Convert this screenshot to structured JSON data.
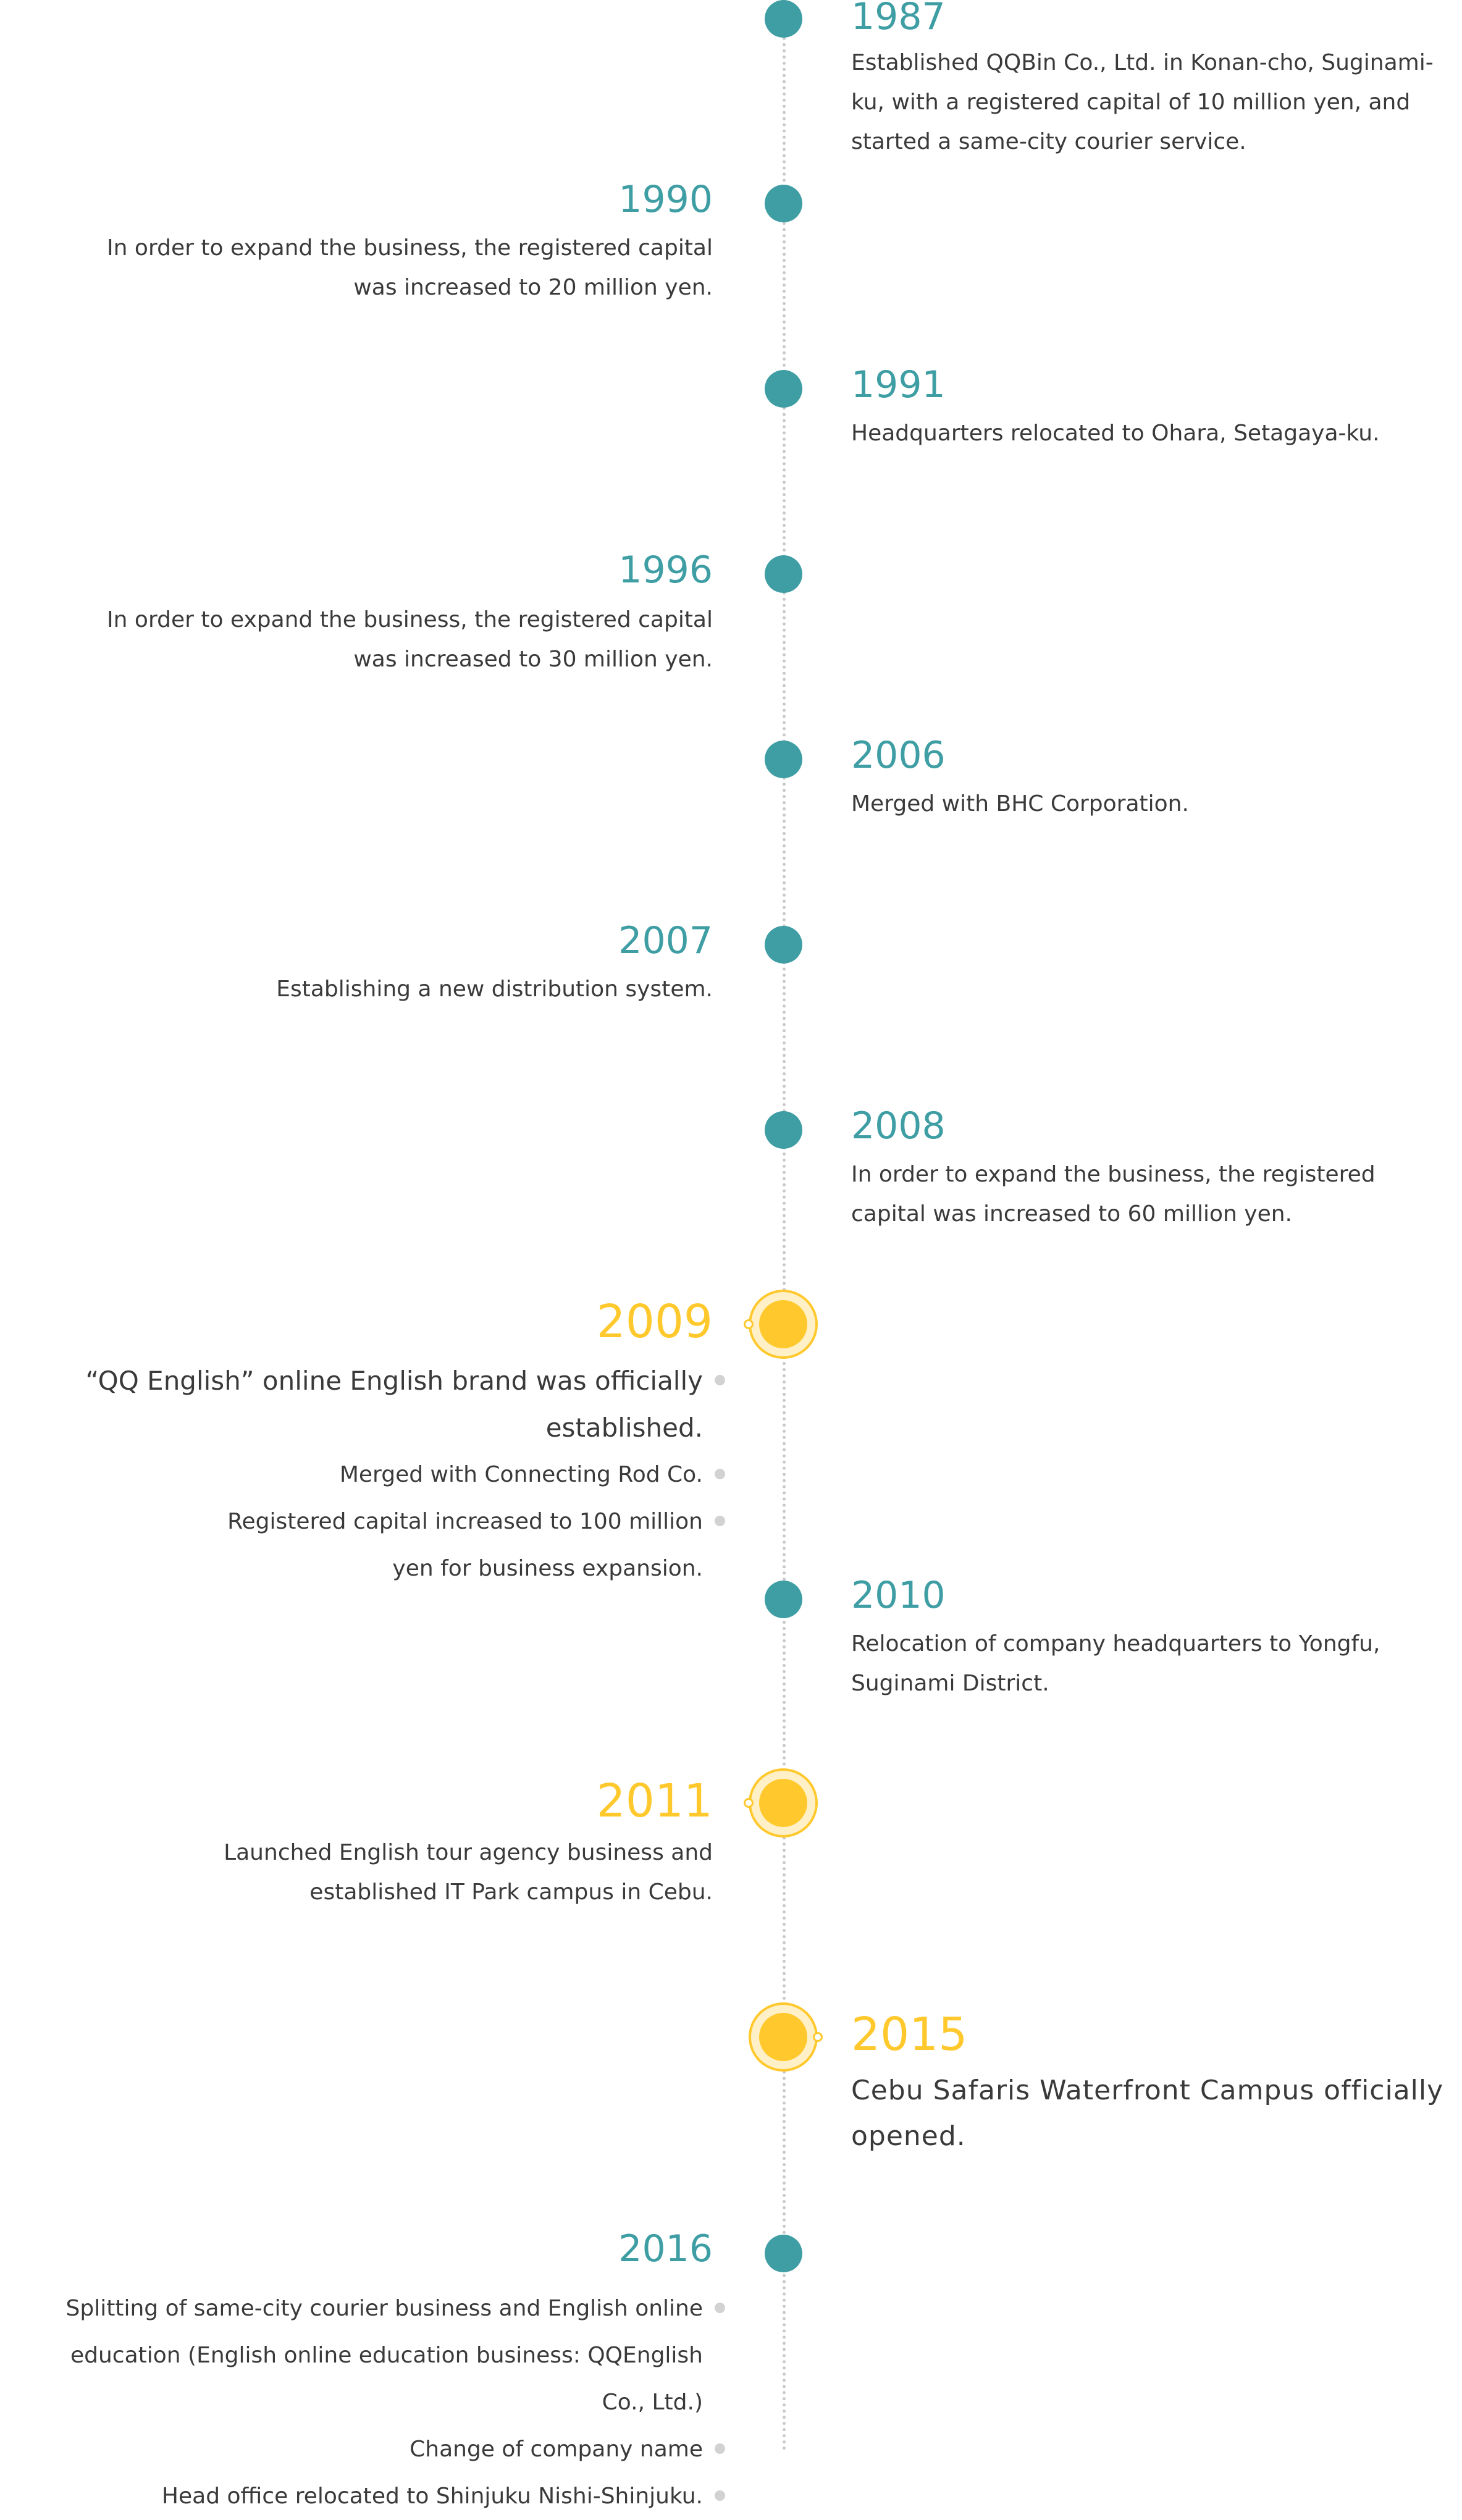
{
  "timeline": {
    "y1987": {
      "year": "1987",
      "text": "Established QQBin Co., Ltd. in Konan-cho, Suginami-ku, with a registered capital of 10 million yen, and started a same-city courier service."
    },
    "y1990": {
      "year": "1990",
      "text": "In order to expand the business, the registered capital was increased to 20 million yen."
    },
    "y1991": {
      "year": "1991",
      "text": "Headquarters relocated to Ohara, Setagaya-ku."
    },
    "y1996": {
      "year": "1996",
      "text": "In order to expand the business, the registered capital was increased to 30 million yen."
    },
    "y2006": {
      "year": "2006",
      "text": "Merged with BHC Corporation."
    },
    "y2007": {
      "year": "2007",
      "text": "Establishing a new distribution system."
    },
    "y2008": {
      "year": "2008",
      "text": "In order to expand the business, the registered capital was increased to 60 million yen."
    },
    "y2009": {
      "year": "2009",
      "items": [
        "“QQ English” online English brand was officially established.",
        "Merged with Connecting Rod Co.",
        "Registered capital increased to 100 million yen for business expansion."
      ]
    },
    "y2010": {
      "year": "2010",
      "text": "Relocation of company headquarters to Yongfu, Suginami District."
    },
    "y2011": {
      "year": "2011",
      "text": "Launched English tour agency business and established IT Park campus in Cebu."
    },
    "y2015": {
      "year": "2015",
      "text": "Cebu Safaris Waterfront Campus officially opened."
    },
    "y2016": {
      "year": "2016",
      "items": [
        "Splitting of same-city courier business and English online education (English online education business: QQEnglish Co., Ltd.)",
        "Change of company name",
        "Head office relocated to Shinjuku Nishi-Shinjuku."
      ]
    }
  },
  "colors": {
    "teal": "#3e9ea4",
    "gold": "#ffc92e",
    "text": "#3a3a3a",
    "axis": "#c9c9c9"
  }
}
